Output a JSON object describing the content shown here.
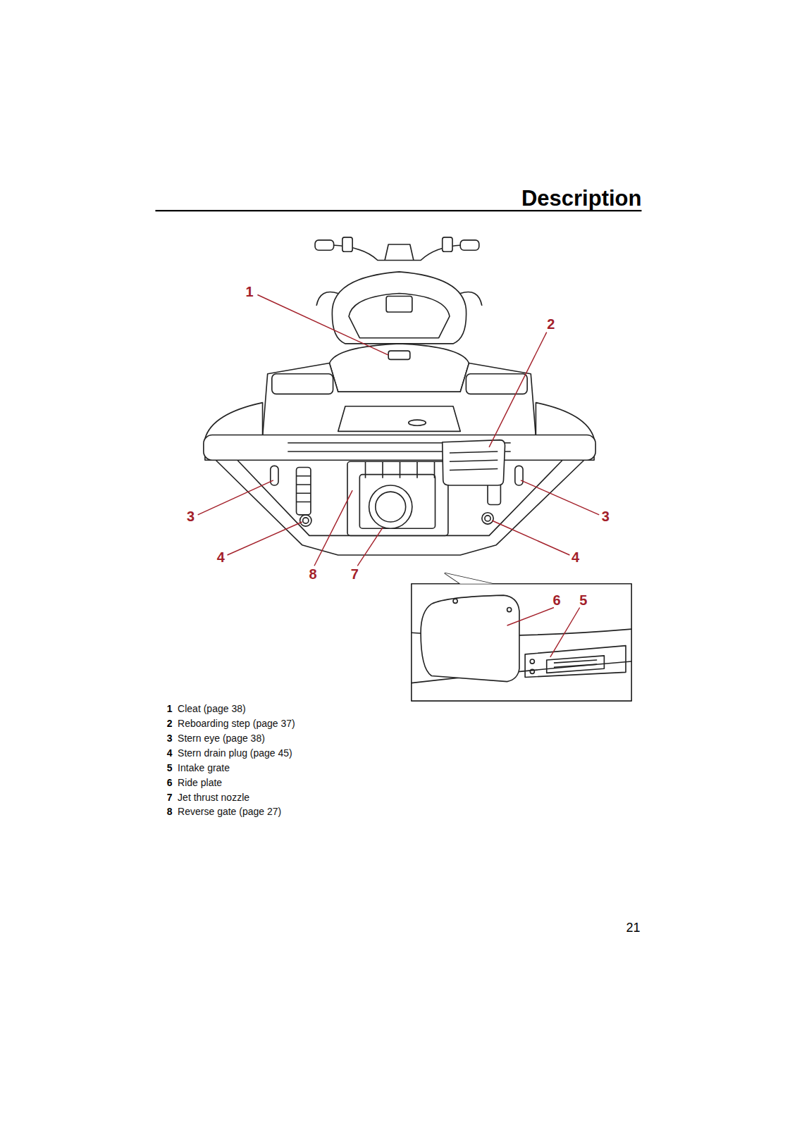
{
  "diagram": {
    "title": "Description",
    "labels": [
      "1",
      "2",
      "3",
      "3",
      "4",
      "4",
      "8",
      "7",
      "6",
      "5",
      "1",
      "Cleat (page 38)",
      "2",
      "Reboarding step (page 37)",
      "3",
      "Stern eye (page 38)",
      "4",
      "Stern drain plug (page 45)",
      "5",
      "Intake grate",
      "6",
      "Ride plate",
      "7",
      "Jet thrust nozzle",
      "8",
      "Reverse gate (page 27)",
      "21"
    ]
  }
}
